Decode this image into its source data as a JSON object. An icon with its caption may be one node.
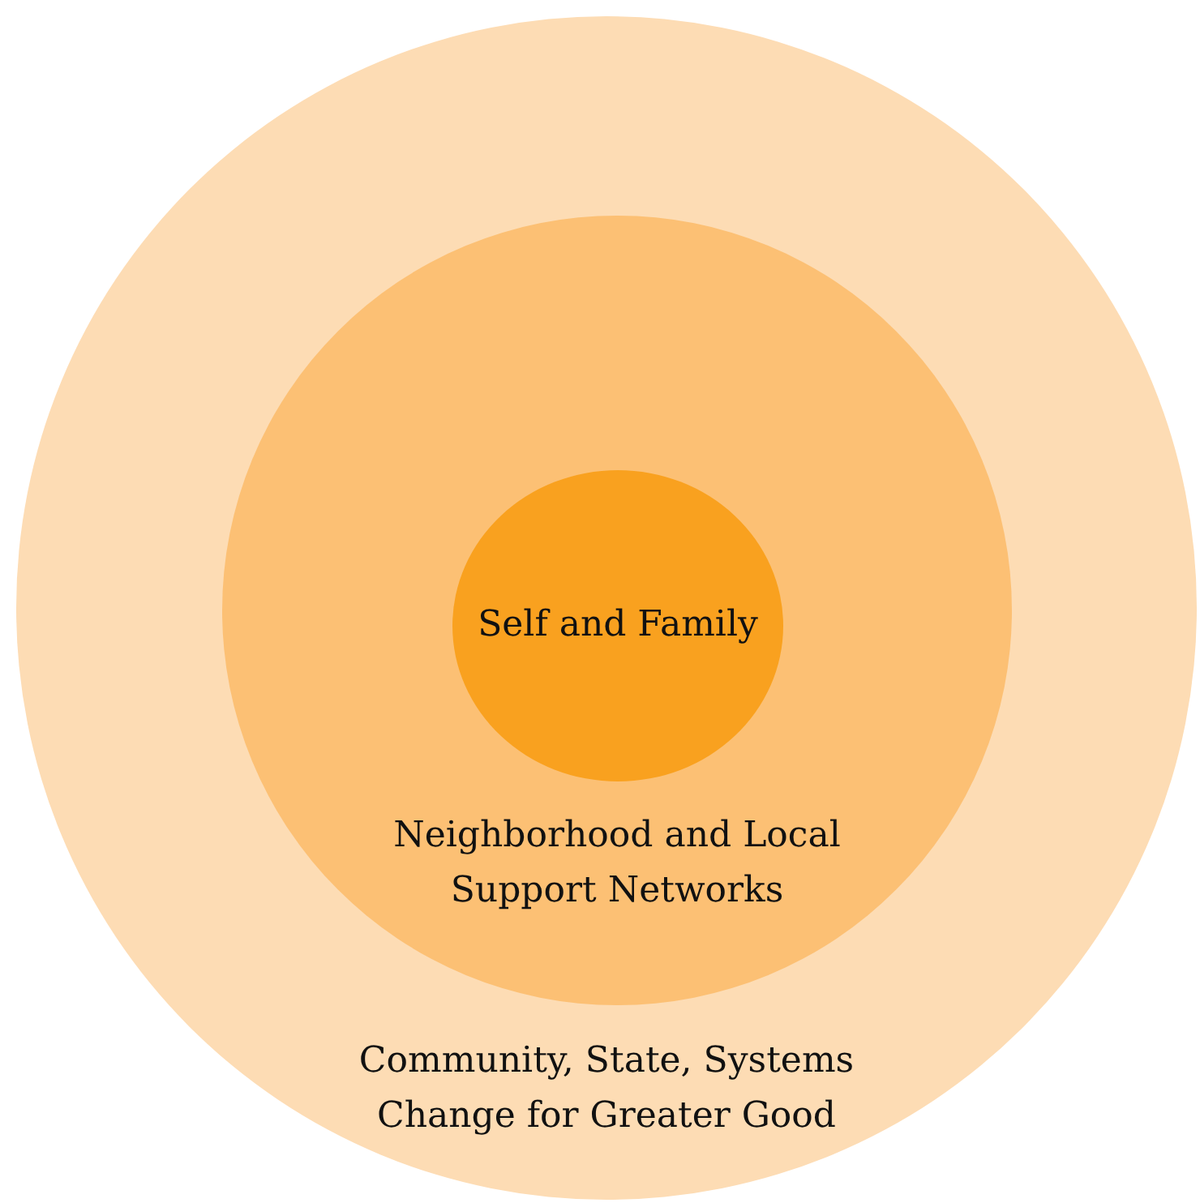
{
  "diagram": {
    "nodes": [
      {
        "text": [
          "Community, State, Systems Change for Greater Good"
        ]
      },
      {
        "text": [
          "Neighborhood and Local Support Networks"
        ],
        "in": 0
      },
      {
        "text": [
          "Self and Family"
        ],
        "in": 1
      }
    ]
  }
}
